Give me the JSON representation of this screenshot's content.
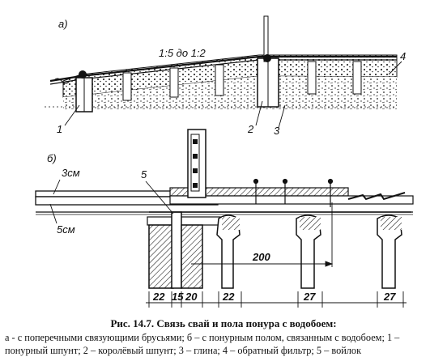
{
  "figure": {
    "panel_a": "а)",
    "panel_b": "б)",
    "slope": "1:5 до 1:2",
    "labels_a": [
      "1",
      "2",
      "3",
      "4"
    ],
    "label_b5": "5",
    "thickness_top": "3см",
    "thickness_bottom": "5см",
    "span": "200",
    "pile_dims": [
      "22",
      "15",
      "20",
      "22",
      "27",
      "27"
    ]
  },
  "caption": {
    "title": "Рис. 14.7. Связь свай и пола понура с водобоем:",
    "body": "а - с поперечными связующими брусьями; б – с понурным полом, связанным с водобоем; 1 – понурный шпунт; 2 – королёвый шпунт; 3 – глина; 4 – обратный фильтр; 5 – войлок"
  }
}
